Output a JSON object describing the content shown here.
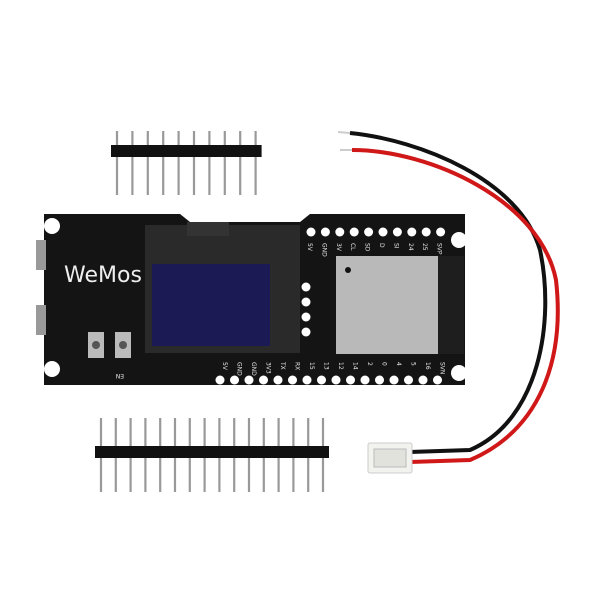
{
  "product": {
    "logo_text": "WeMos",
    "button_label": "EN",
    "top_pin_labels": [
      "5V",
      "GND",
      "3V",
      "CL",
      "SD",
      "D",
      "SI",
      "24",
      "25",
      "SVP"
    ],
    "bottom_pin_labels": [
      "5V",
      "GND",
      "GND",
      "3V3",
      "TX",
      "RX",
      "15",
      "13",
      "12",
      "14",
      "2",
      "0",
      "4",
      "5",
      "16",
      "SVN"
    ]
  },
  "colors": {
    "pcb": "#141414",
    "oled": "#1c1a55",
    "module": "#b9b9b9",
    "wire_red": "#d01818",
    "wire_black": "#111111",
    "connector": "#f2f2ee"
  }
}
